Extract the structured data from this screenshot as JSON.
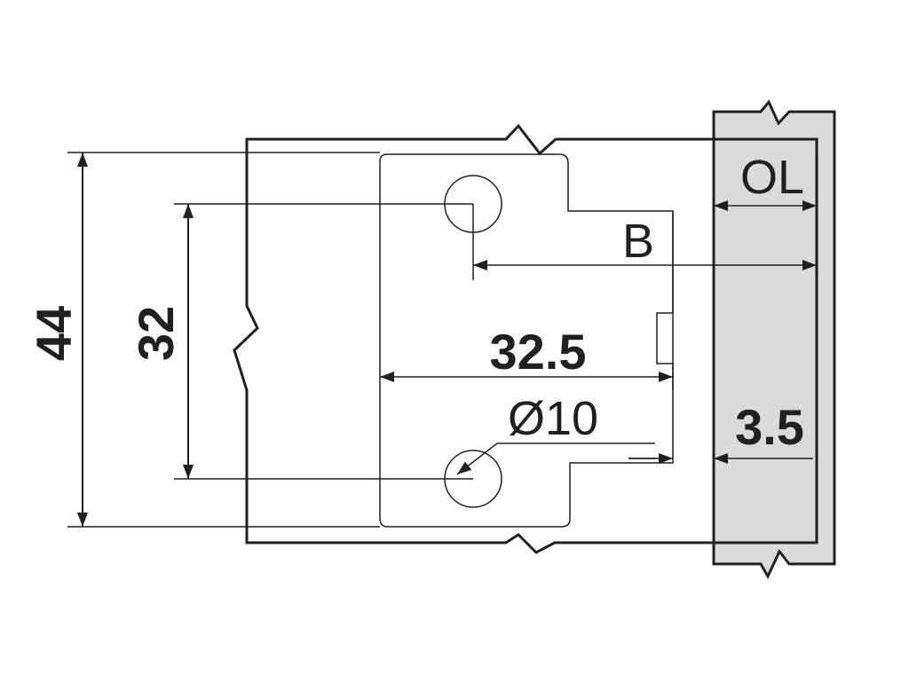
{
  "labels": {
    "height_outer": "44",
    "hole_spacing": "32",
    "plate_width": "32.5",
    "hole_diameter": "Ø10",
    "distance_b": "B",
    "overlay": "OL",
    "offset": "3.5"
  },
  "colors": {
    "line": "#231f20",
    "door_fill": "#d9dadb",
    "background": "#ffffff"
  }
}
